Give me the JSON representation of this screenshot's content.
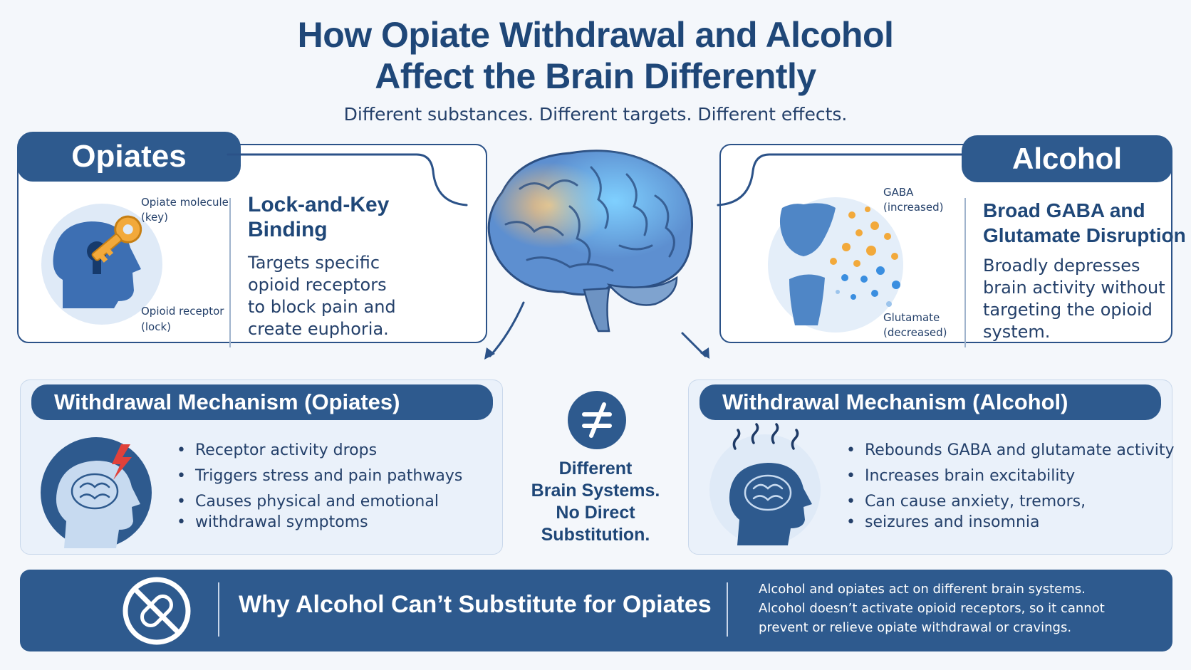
{
  "title_line1": "How Opiate Withdrawal and Alcohol",
  "title_line2": "Affect the Brain Differently",
  "subtitle": "Different substances. Different targets. Different effects.",
  "opiates": {
    "tab": "Opiates",
    "label_molecule_1": "Opiate molecule",
    "label_molecule_2": "(key)",
    "label_receptor_1": "Opioid receptor",
    "label_receptor_2": "(lock)",
    "heading_1": "Lock-and-Key",
    "heading_2": "Binding",
    "desc_1": "Targets specific",
    "desc_2": "opioid receptors",
    "desc_3": "to block pain and",
    "desc_4": "create euphoria."
  },
  "alcohol": {
    "tab": "Alcohol",
    "label_gaba_1": "GABA",
    "label_gaba_2": "(increased)",
    "label_glut_1": "Glutamate",
    "label_glut_2": "(decreased)",
    "heading_1": "Broad GABA and",
    "heading_2": "Glutamate Disruption",
    "desc_1": "Broadly depresses",
    "desc_2": "brain activity without",
    "desc_3": "targeting the opioid",
    "desc_4": "system."
  },
  "mech_opiates": {
    "title": "Withdrawal Mechanism (Opiates)",
    "bullets": [
      "Receptor activity drops",
      "Triggers stress and pain pathways",
      "Causes physical and emotional",
      "withdrawal symptoms"
    ]
  },
  "mech_alcohol": {
    "title": "Withdrawal Mechanism (Alcohol)",
    "bullets": [
      "Rebounds GABA and glutamate activity",
      "Increases brain excitability",
      "Can cause anxiety, tremors,",
      "seizures and insomnia"
    ]
  },
  "center": {
    "symbol": "≠",
    "line1": "Different",
    "line2": "Brain Systems.",
    "line3": "No Direct",
    "line4": "Substitution."
  },
  "bottom": {
    "title": "Why Alcohol Can’t Substitute for Opiates",
    "line1": "Alcohol and opiates act on different brain systems.",
    "line2": "Alcohol doesn’t activate opioid receptors, so it cannot",
    "line3": "prevent or relieve opiate withdrawal or cravings."
  },
  "colors": {
    "navy": "#2e5a8e",
    "dark_text": "#1f4778",
    "light_panel": "#eaf1fa",
    "accent_orange": "#f2a93b",
    "accent_red": "#e0413a"
  }
}
